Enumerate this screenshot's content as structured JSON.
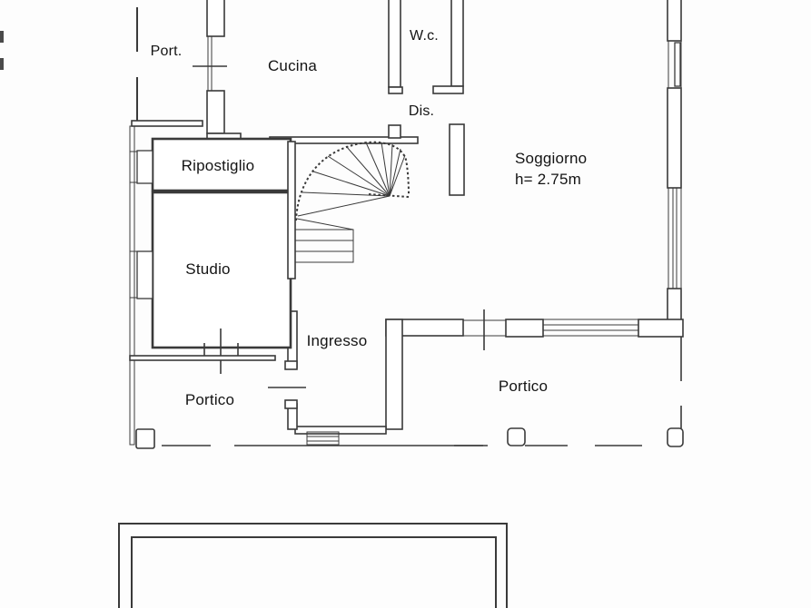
{
  "plan": {
    "type": "floor-plan",
    "language": "it",
    "labels": {
      "port": "Port.",
      "cucina": "Cucina",
      "wc": "W.c.",
      "dis": "Dis.",
      "ripostiglio": "Ripostiglio",
      "soggiorno": "Soggiorno",
      "soggiorno_height": "h= 2.75m",
      "studio": "Studio",
      "ingresso": "Ingresso",
      "portico_left": "Portico",
      "portico_right": "Portico"
    },
    "colors": {
      "wall": "#3a3a3a",
      "background": "#fdfdfd",
      "text": "#141414"
    }
  }
}
